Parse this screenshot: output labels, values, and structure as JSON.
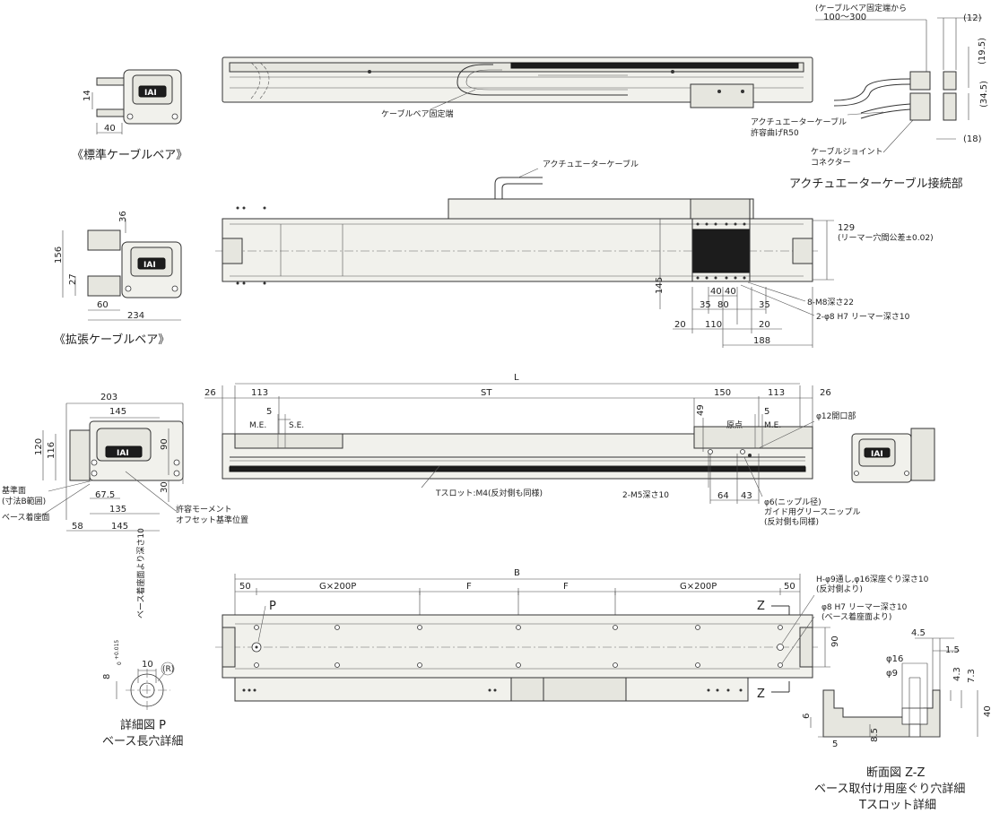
{
  "labels": {
    "std_cable_bear": "《標準ケーブルベア》",
    "ext_cable_bear": "《拡張ケーブルベア》",
    "cable_bear_fixed_end": "ケーブルベア固定端",
    "cable_bear_fixed_from": "(ケーブルベア固定端から",
    "cable_bear_range": "100〜300",
    "actuator_cable": "アクチュエーターケーブル",
    "actuator_cable_bend1": "アクチュエーターケーブル",
    "actuator_cable_bend2": "許容曲げR50",
    "joint_connector1": "ケーブルジョイント",
    "joint_connector2": "コネクター",
    "connection_title": "アクチュエーターケーブル接続部",
    "reamer_129a": "129",
    "reamer_129b": "(リーマー穴間公差±0.02)",
    "m8": "8-M8深さ22",
    "phi8_reamer": "2-φ8 H7 リーマー深さ10",
    "base_ref1": "基準面",
    "base_ref2": "(寸法B範囲)",
    "base_mount": "ベース着座面",
    "moment1": "許容モーメント",
    "moment2": "オフセット基準位置",
    "tslot": "Tスロット:M4(反対側も同様)",
    "m5": "2-M5深さ10",
    "phi12": "φ12開口部",
    "nipple1": "φ6(ニップル径)",
    "nipple2": "ガイド用グリースニップル",
    "nipple3": "(反対側も同様)",
    "genten": "原点",
    "me": "M.E.",
    "se": "S.E.",
    "dim_L": "L",
    "dim_ST": "ST",
    "dim_B": "B",
    "g200p": "G×200P",
    "f": "F",
    "p": "P",
    "z": "Z",
    "h_phi9a": "H-φ9通し,φ16深座ぐり深さ10",
    "h_phi9b": "(反対側より)",
    "phi8_b1": "φ8 H7 リーマー深さ10",
    "phi8_b2": "(ベース着座面より)",
    "detail_p1": "詳細図 P",
    "detail_p2": "ベース長穴詳細",
    "section1": "断面図 Z-Z",
    "section2": "ベース取付け用座ぐり穴詳細",
    "section3": "Tスロット詳細",
    "slot_depth": "ベース着座面より深さ10",
    "slot_tol": "+0.015",
    "slot_tol0": "0",
    "r_label": "(R)",
    "logo": "IAI",
    "phi16": "φ16",
    "phi9": "φ9",
    "phi8_label": "8"
  },
  "dims": {
    "d12": "(12)",
    "d19_5": "(19.5)",
    "d34_5": "(34.5)",
    "d18": "(18)",
    "d14": "14",
    "d40": "40",
    "d36": "36",
    "d156": "156",
    "d27": "27",
    "d60": "60",
    "d234": "234",
    "d145v": "145",
    "d35a": "35",
    "d40a": "40",
    "d40b": "40",
    "d80": "80",
    "d35b": "35",
    "d20a": "20",
    "d110": "110",
    "d20b": "20",
    "d188": "188",
    "d203": "203",
    "d145t": "145",
    "d120": "120",
    "d116": "116",
    "d90": "90",
    "d67_5": "67.5",
    "d30": "30",
    "d135": "135",
    "d58": "58",
    "d145b": "145",
    "d26a": "26",
    "d113a": "113",
    "d150": "150",
    "d113b": "113",
    "d26b": "26",
    "d5a": "5",
    "d5b": "5",
    "d49": "49",
    "d64": "64",
    "d43": "43",
    "d50a": "50",
    "d50b": "50",
    "d90b": "90",
    "d10": "10",
    "d4_5": "4.5",
    "d1_5": "1.5",
    "d4_3": "4.3",
    "d7_3": "7.3",
    "d6": "6",
    "d5c": "5",
    "d8_5": "8.5",
    "d40c": "40"
  }
}
